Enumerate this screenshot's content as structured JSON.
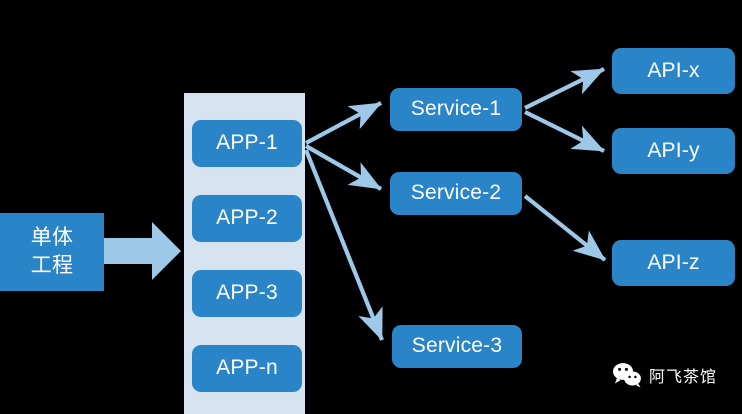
{
  "diagram": {
    "title": "Monolith to Microservices Architecture",
    "type": "flow-diagram",
    "background_color": "#000000",
    "node_color": "#2a84c8",
    "container_color": "#d6e4f2",
    "arrow_color": "#9dc8e8",
    "text_color": "#ffffff"
  },
  "monolith": {
    "label_line1": "单体",
    "label_line2": "工程"
  },
  "app_container": {
    "items": [
      {
        "label": "APP-1"
      },
      {
        "label": "APP-2"
      },
      {
        "label": "APP-3"
      },
      {
        "label": "APP-n"
      }
    ]
  },
  "services": [
    {
      "label": "Service-1"
    },
    {
      "label": "Service-2"
    },
    {
      "label": "Service-3"
    }
  ],
  "apis": [
    {
      "label": "API-x"
    },
    {
      "label": "API-y"
    },
    {
      "label": "API-z"
    }
  ],
  "connections": [
    {
      "from": "单体工程",
      "to": "APP container",
      "style": "block-arrow"
    },
    {
      "from": "APP-1",
      "to": "Service-1",
      "style": "line-arrow"
    },
    {
      "from": "APP-1",
      "to": "Service-2",
      "style": "line-arrow"
    },
    {
      "from": "APP-1",
      "to": "Service-3",
      "style": "line-arrow"
    },
    {
      "from": "Service-1",
      "to": "API-x",
      "style": "line-arrow"
    },
    {
      "from": "Service-1",
      "to": "API-y",
      "style": "line-arrow"
    },
    {
      "from": "Service-2",
      "to": "API-z",
      "style": "line-arrow"
    }
  ],
  "watermark": {
    "text": "阿飞茶馆",
    "icon": "wechat-icon"
  }
}
